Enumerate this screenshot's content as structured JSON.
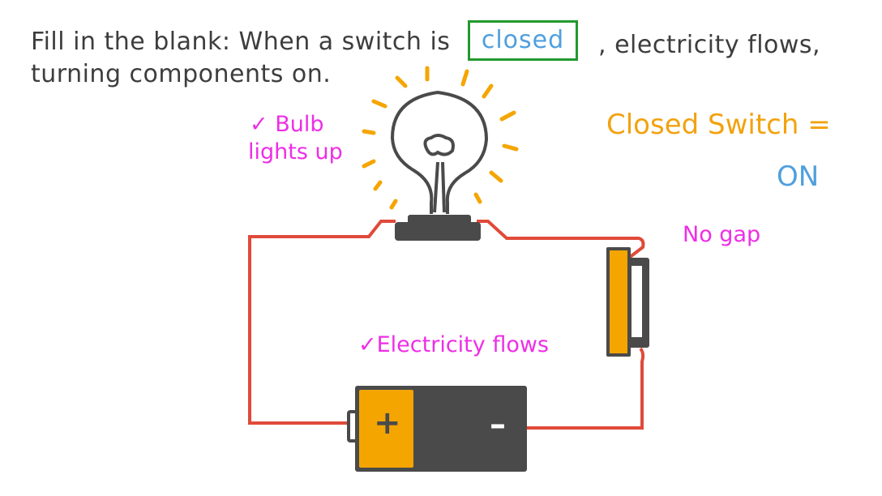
{
  "question": {
    "prefix": "Fill in the blank: When a switch is",
    "answer": "closed",
    "suffix": ", electricity flows,",
    "line2": "turning components on."
  },
  "labels": {
    "bulb": "✓ Bulb",
    "bulb2": "lights up",
    "closed_switch": "Closed Switch =",
    "on": "ON",
    "no_gap": "No gap",
    "electricity": "✓Electricity flows"
  },
  "battery": {
    "plus": "+",
    "minus": "–"
  },
  "colors": {
    "wire": "#e04a3a",
    "dark": "#4a4a4a",
    "orange": "#f5a500",
    "pink": "#ee2ee6",
    "blue": "#4f9fdd",
    "green": "#22992e"
  }
}
